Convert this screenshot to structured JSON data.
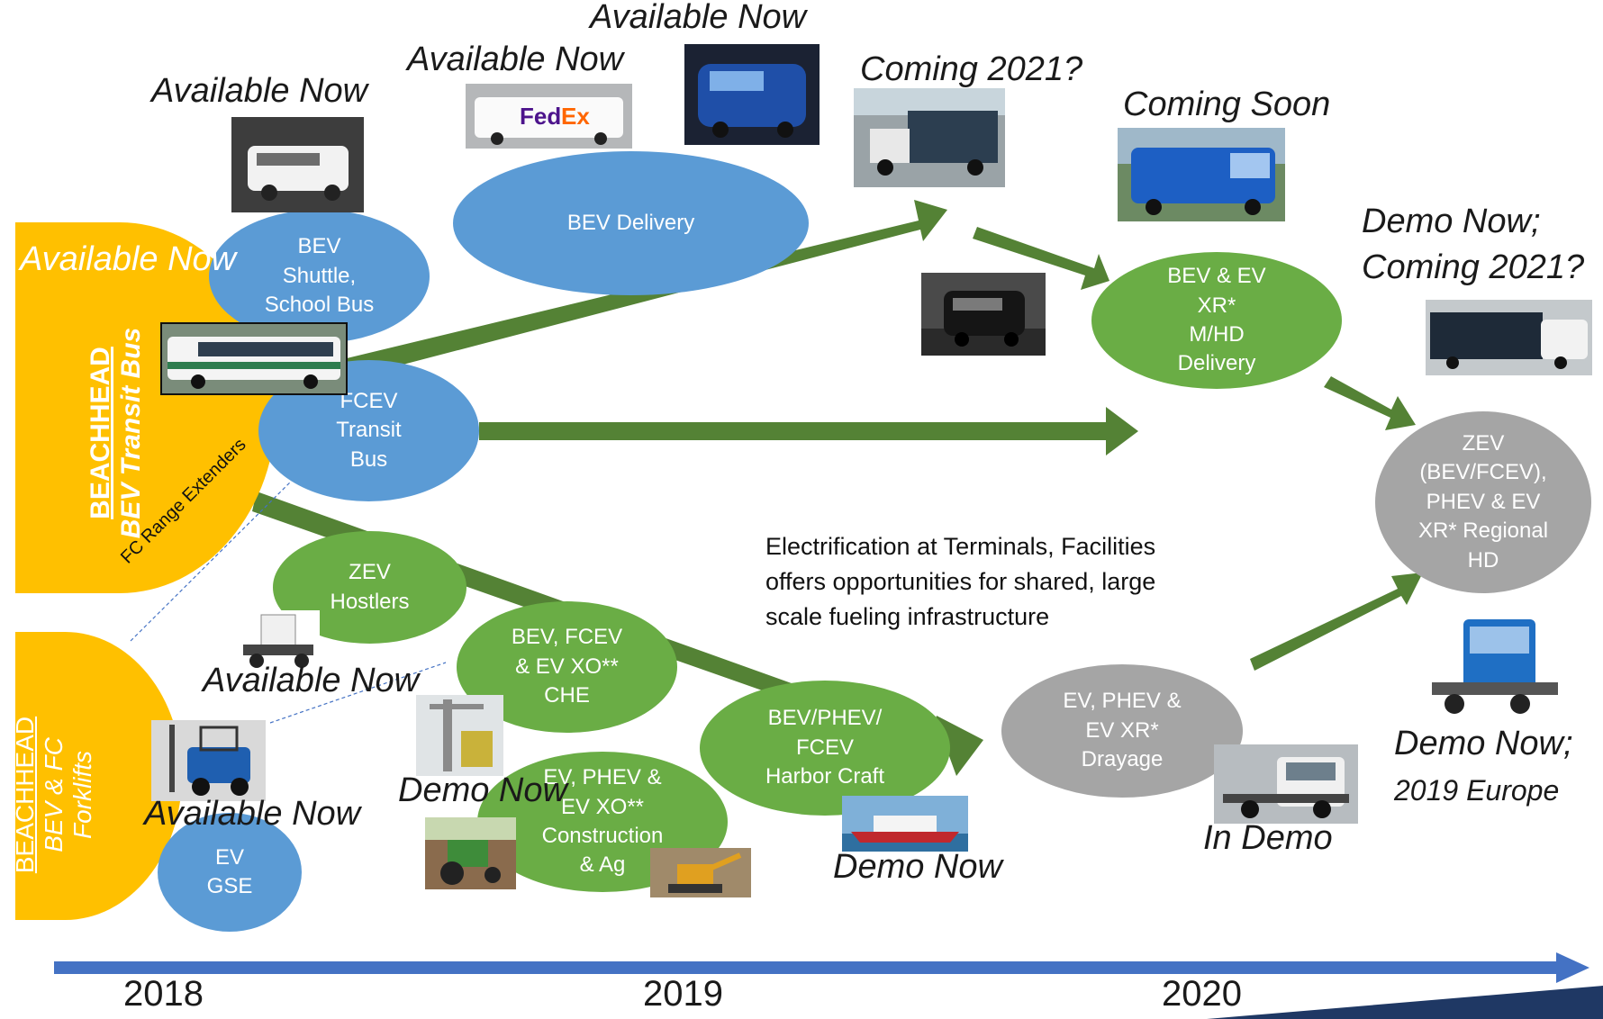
{
  "labels": {
    "available_now_fedex": "Available Now",
    "available_now_top": "Available Now",
    "available_now_shuttle": "Available Now",
    "available_now_beachhead": "Available Now",
    "available_now_hostlers": "Available Now",
    "available_now_forklift": "Available Now",
    "coming_2021": "Coming 2021?",
    "coming_soon": "Coming Soon",
    "demo_now_coming_line1": "Demo Now;",
    "demo_now_coming_line2": "Coming 2021?",
    "demo_now_che": "Demo Now",
    "demo_now_harbor": "Demo Now",
    "in_demo": "In Demo",
    "demo_now_europe_line1": "Demo Now;",
    "demo_now_europe_line2": "2019 Europe",
    "fc_range_extenders": "FC Range Extenders"
  },
  "beachhead_transit": {
    "title": "BEACHHEAD",
    "subtitle": "BEV Transit Bus"
  },
  "beachhead_forklift": {
    "title": "BEACHHEAD",
    "subtitle_line1": "BEV & FC",
    "subtitle_line2": "Forklifts"
  },
  "ovals": {
    "bev_shuttle": "BEV\nShuttle,\nSchool Bus",
    "bev_delivery": "BEV Delivery",
    "fcev_transit": "FCEV\nTransit\nBus",
    "bev_ev_xr_delivery": "BEV & EV\nXR*\nM/HD\nDelivery",
    "zev_regional": "ZEV\n(BEV/FCEV),\nPHEV & EV\nXR* Regional\nHD",
    "zev_hostlers": "ZEV\nHostlers",
    "bev_fcev_che": "BEV, FCEV\n& EV XO**\nCHE",
    "harbor_craft": "BEV/PHEV/\nFCEV\nHarbor Craft",
    "construction_ag": "EV, PHEV &\nEV XO**\nConstruction\n& Ag",
    "drayage": "EV, PHEV &\nEV XR*\nDrayage",
    "ev_gse": "EV\nGSE"
  },
  "electrification_note": "Electrification at Terminals, Facilities\noffers opportunities for shared, large\nscale fueling infrastructure",
  "timeline": {
    "years": [
      "2018",
      "2019",
      "2020"
    ]
  },
  "colors": {
    "beachhead": "#ffc000",
    "blue_oval": "#5b9bd5",
    "green_oval": "#6aad45",
    "gray_oval": "#a5a5a5",
    "arrow_green": "#548235",
    "timeline_blue": "#4472c4",
    "corner_navy": "#1f3864"
  },
  "photos": {
    "shuttle_van": "shuttle-van-photo",
    "fedex_van": "fedex-van-photo",
    "blue_truck": "blue-electric-truck-photo",
    "box_truck": "box-truck-photo",
    "blue_semi": "blue-semi-truck-photo",
    "black_semi": "black-semi-photo",
    "white_semi": "white-semi-trailer-photo",
    "blue_cab_truck": "blue-cab-truck-photo",
    "transit_bus": "transit-bus-photo",
    "hostler": "yard-hostler-photo",
    "forklift": "forklift-photo",
    "crane": "crane-photo",
    "tractor": "farm-tractor-photo",
    "excavator": "excavator-photo",
    "ferry": "ferry-photo",
    "drayage_truck": "drayage-truck-photo"
  }
}
